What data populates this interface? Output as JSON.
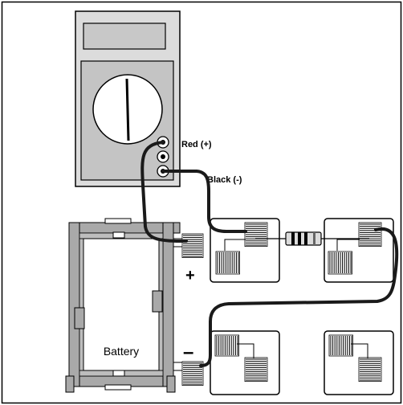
{
  "labels": {
    "red_probe": "Red (+)",
    "black_probe": "Black (-)",
    "battery": "Battery",
    "plus": "+",
    "minus": "–"
  },
  "colors": {
    "outline": "#000000",
    "meter_body": "#dcdcdc",
    "meter_panel": "#c4c4c4",
    "battery_frame": "#a9a9a9",
    "wire": "#1a1a1a"
  }
}
